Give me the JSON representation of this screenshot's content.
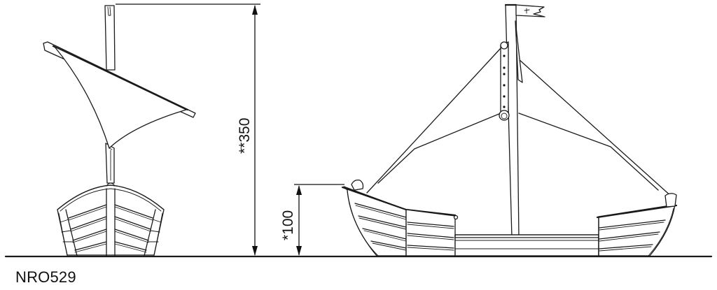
{
  "drawing": {
    "product_code": "NRO529",
    "dimensions": {
      "total_height": {
        "label": "**350",
        "value": 350,
        "note": "double asterisk"
      },
      "hull_height": {
        "label": "*100",
        "value": 100,
        "note": "single asterisk"
      }
    },
    "views": [
      {
        "name": "front-view",
        "description": "Boat seen from bow with mast and triangular sail"
      },
      {
        "name": "side-view",
        "description": "Boat seen from side with mast, flag, ladder rungs and rigging"
      }
    ],
    "colors": {
      "line": "#1a1a1a",
      "background": "#ffffff"
    }
  }
}
